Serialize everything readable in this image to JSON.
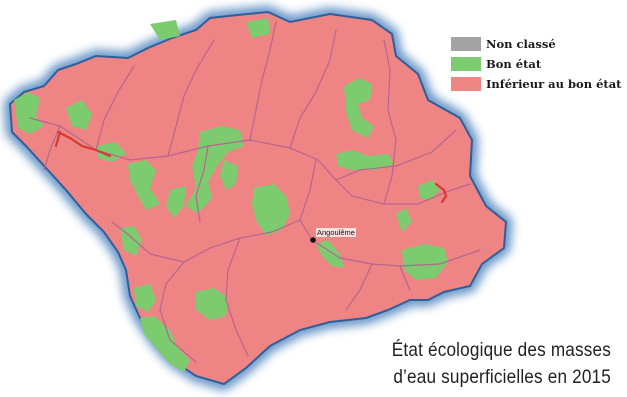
{
  "legend": {
    "items": [
      {
        "label": "Non classé",
        "color": "#a3a3a3"
      },
      {
        "label": "Bon état",
        "color": "#7ccc6f"
      },
      {
        "label": "Inférieur au bon état",
        "color": "#ef8485"
      }
    ]
  },
  "map": {
    "city": "Angoulême",
    "colors": {
      "inferior": "#ef8485",
      "good": "#7ccc6f",
      "river": "#b7658f",
      "impacted_river": "#d63a30",
      "outline_glow": "#3c78b8"
    }
  },
  "caption": {
    "line1": "État écologique des masses",
    "line2": "d’eau superficielles en 2015"
  }
}
